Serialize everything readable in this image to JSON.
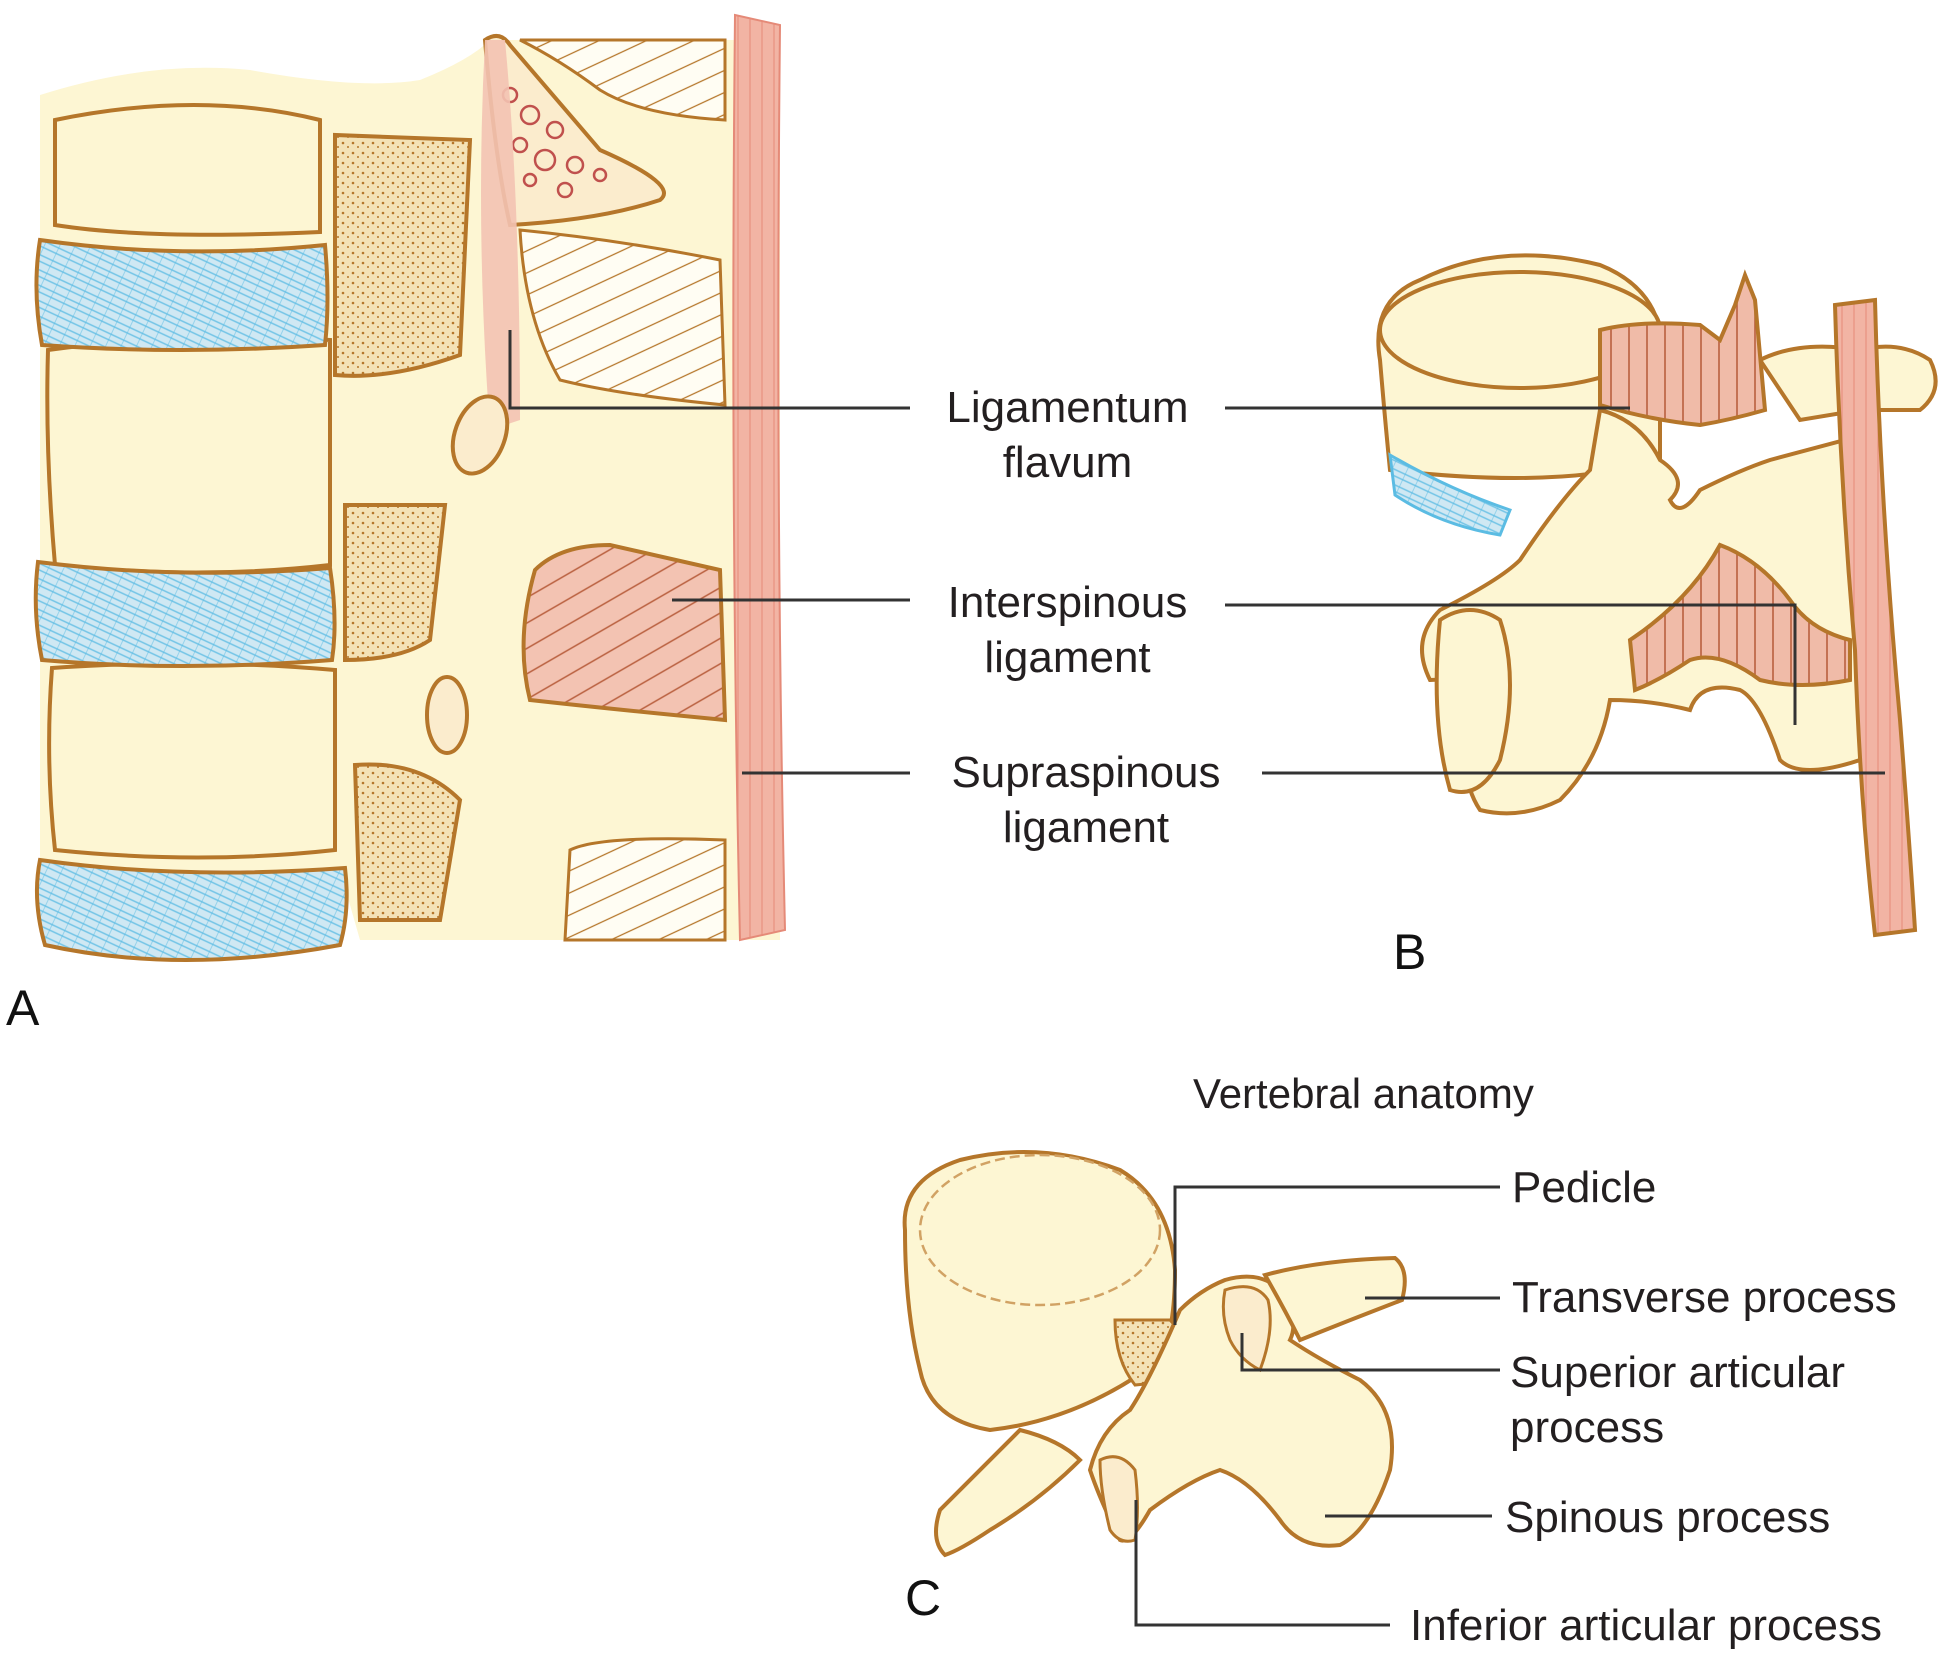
{
  "figure": {
    "colors": {
      "bone_fill": "#fdf6d3",
      "bone_outline": "#b5762a",
      "disc_fill": "#cfe8f3",
      "disc_hatch": "#5bbce3",
      "ligament_fill": "#f3c3b2",
      "ligament_stroke": "#c8704f",
      "supraspinous_fill": "#f2b4a4",
      "leader_line": "#333333",
      "marrow": "#c0504d"
    },
    "panels": {
      "a": {
        "letter": "A"
      },
      "b": {
        "letter": "B"
      },
      "c": {
        "letter": "C",
        "title": "Vertebral anatomy"
      }
    },
    "labels_ab": {
      "ligamentum_flavum": {
        "line1": "Ligamentum",
        "line2": "flavum"
      },
      "interspinous_ligament": {
        "line1": "Interspinous",
        "line2": "ligament"
      },
      "supraspinous_ligament": {
        "line1": "Supraspinous",
        "line2": "ligament"
      }
    },
    "labels_c": {
      "pedicle": "Pedicle",
      "transverse_process": "Transverse process",
      "superior_articular_process": {
        "line1": "Superior articular",
        "line2": "process"
      },
      "spinous_process": "Spinous process",
      "inferior_articular_process": "Inferior articular process"
    }
  }
}
